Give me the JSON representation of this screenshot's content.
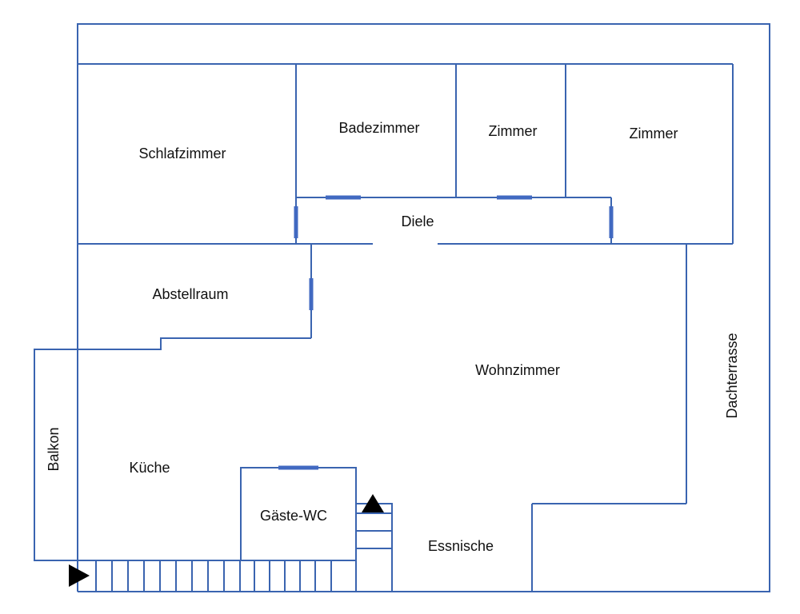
{
  "rooms": {
    "schlafzimmer": "Schlafzimmer",
    "badezimmer": "Badezimmer",
    "zimmer1": "Zimmer",
    "zimmer2": "Zimmer",
    "diele": "Diele",
    "abstellraum": "Abstellraum",
    "wohnzimmer": "Wohnzimmer",
    "dachterrasse": "Dachterrasse",
    "balkon": "Balkon",
    "kueche": "Küche",
    "gaeste_wc": "Gäste-WC",
    "essnische": "Essnische"
  },
  "colors": {
    "wall": "#3a64b0",
    "door": "#4169c1",
    "stair_arrow": "#000000"
  }
}
